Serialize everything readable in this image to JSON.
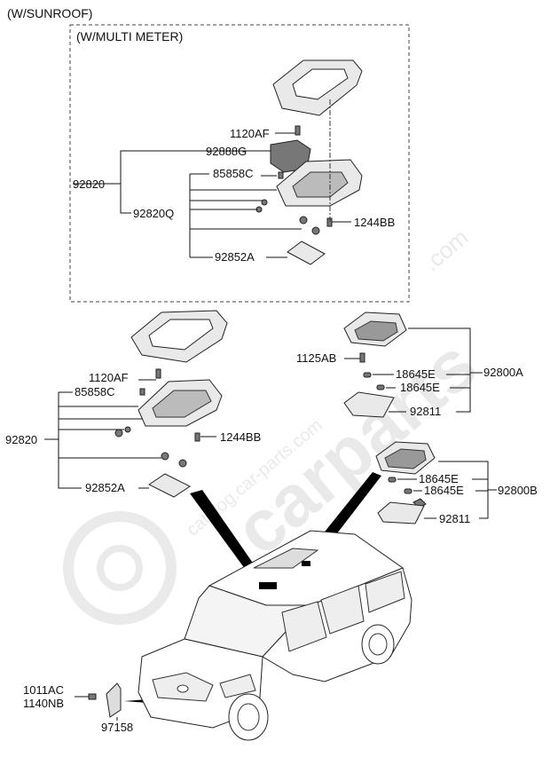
{
  "header": {
    "sunroof": "(W/SUNROOF)",
    "multi_meter": "(W/MULTI METER)"
  },
  "labels": {
    "top_1120AF": "1120AF",
    "top_92888G": "92888G",
    "top_92820": "92820",
    "top_85858C": "85858C",
    "top_92820Q": "92820Q",
    "top_1244BB": "1244BB",
    "top_92852A": "92852A",
    "mid_1120AF": "1120AF",
    "mid_85858C": "85858C",
    "mid_92820": "92820",
    "mid_1244BB": "1244BB",
    "mid_92852A": "92852A",
    "r_1125AB": "1125AB",
    "r_18645E_1": "18645E",
    "r_18645E_2": "18645E",
    "r_92800A": "92800A",
    "r_92811_1": "92811",
    "r_18645E_3": "18645E",
    "r_18645E_4": "18645E",
    "r_92800B": "92800B",
    "r_92811_2": "92811",
    "b_1011AC": "1011AC",
    "b_1140NB": "1140NB",
    "b_97158": "97158"
  },
  "watermark": {
    "brand": "carparts",
    "site": ".com",
    "sub": "catalog.car-parts.com"
  }
}
